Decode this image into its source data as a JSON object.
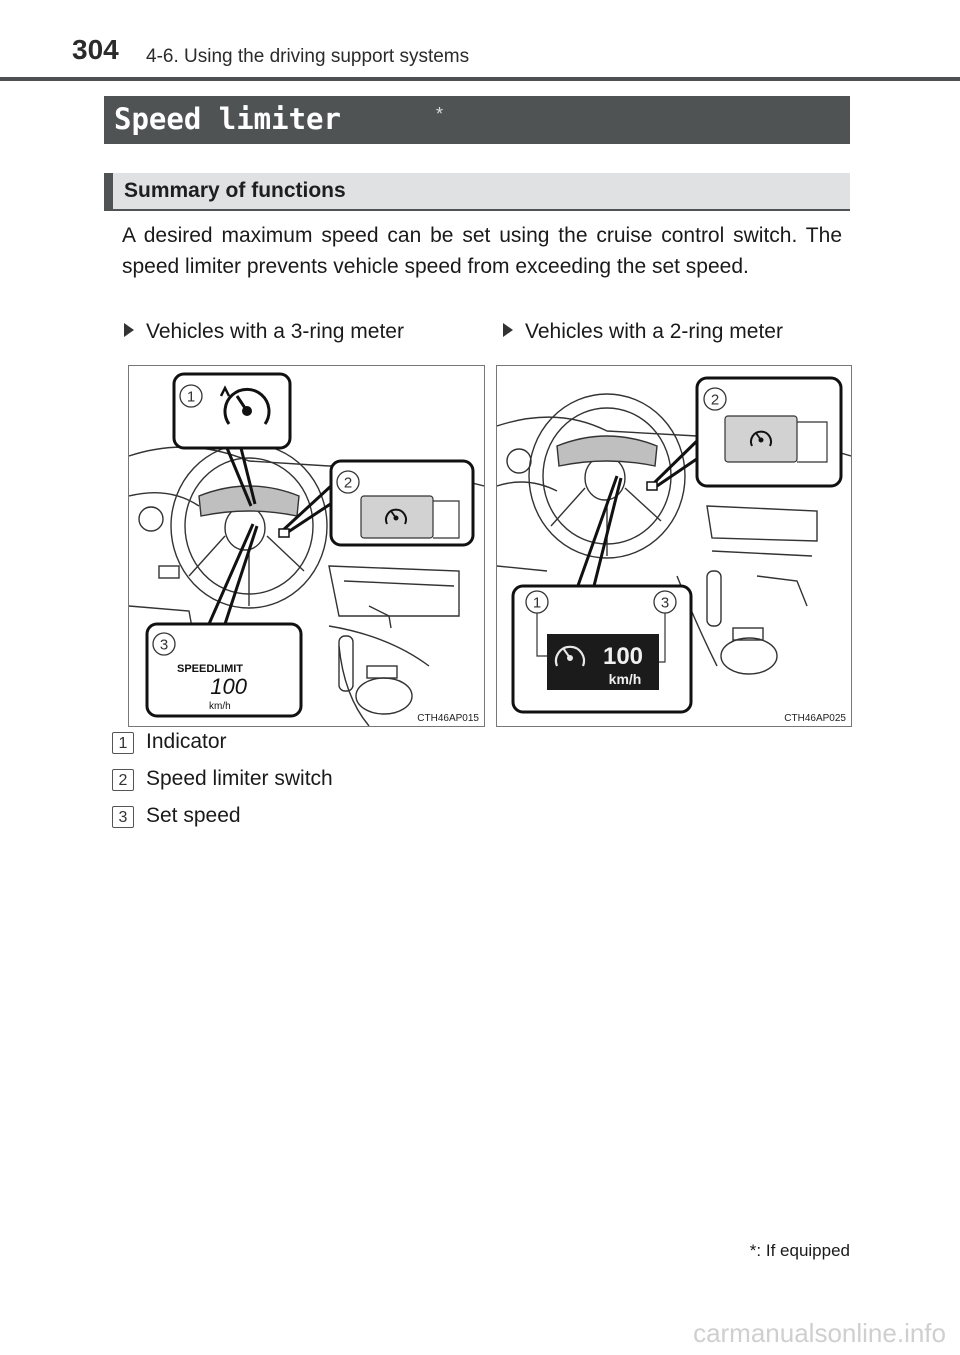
{
  "header": {
    "page_number": "304",
    "chapter": "4-6. Using the driving support systems"
  },
  "section": {
    "title": "Speed limiter",
    "title_mark": "*",
    "subsection": "Summary of functions",
    "body": "A desired maximum speed can be set using the cruise control switch. The speed limiter prevents vehicle speed from exceeding the set speed."
  },
  "figures": [
    {
      "label": "Vehicles with a 3-ring meter",
      "code": "CTH46AP015",
      "display_title": "SPEEDLIMIT",
      "display_value": "100",
      "display_unit": "km/h",
      "callouts": [
        "1",
        "2",
        "3"
      ]
    },
    {
      "label": "Vehicles with a 2-ring meter",
      "code": "CTH46AP025",
      "display_value": "100",
      "display_unit": "km/h",
      "callouts": [
        "2",
        "1",
        "3"
      ]
    }
  ],
  "legend": [
    {
      "num": "1",
      "text": "Indicator"
    },
    {
      "num": "2",
      "text": "Speed limiter switch"
    },
    {
      "num": "3",
      "text": "Set speed"
    }
  ],
  "footnote": "*: If equipped",
  "watermark": "carmanualsonline.info"
}
